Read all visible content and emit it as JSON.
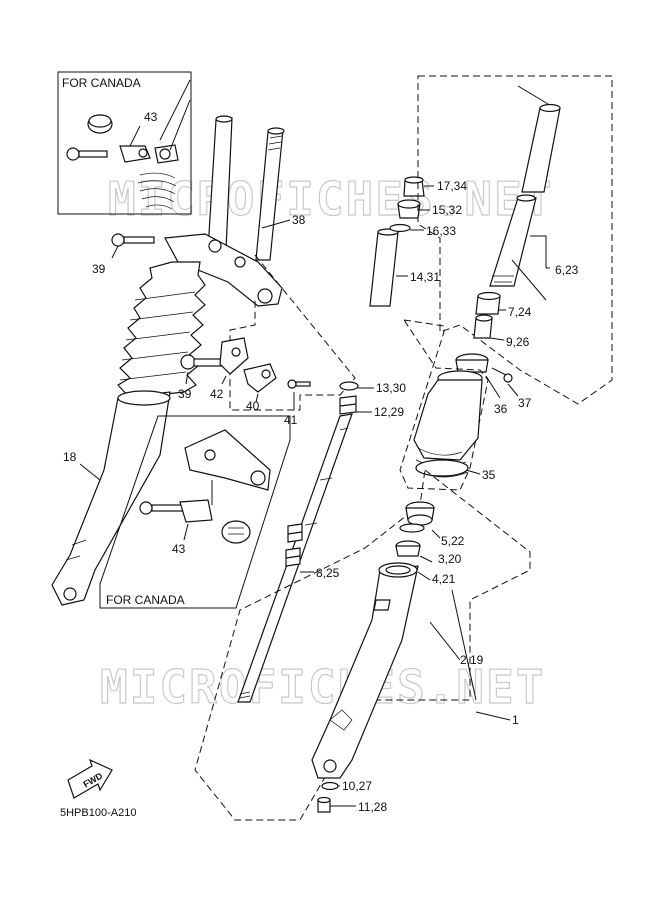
{
  "watermark": "MICROFICHES.NET",
  "drawing_code": "5HPB100-A210",
  "fwd_label": "FWD",
  "boxes": {
    "top_left_title": "FOR CANADA",
    "bottom_left_title": "FOR CANADA"
  },
  "callouts": {
    "c43a": "43",
    "c39a": "39",
    "c38": "38",
    "c17_34": "17,34",
    "c15_32": "15,32",
    "c16_33": "16,33",
    "c14_31": "14,31",
    "c6_23": "6,23",
    "c7_24": "7,24",
    "c9_26": "9,26",
    "c37": "37",
    "c36": "36",
    "c39b": "39",
    "c42": "42",
    "c40": "40",
    "c41": "41",
    "c13_30": "13,30",
    "c12_29": "12,29",
    "c35": "35",
    "c18": "18",
    "c43b": "43",
    "c8_25": "8,25",
    "c5_22": "5,22",
    "c3_20": "3,20",
    "c4_21": "4,21",
    "c2_19": "2,19",
    "c1": "1",
    "c10_27": "10,27",
    "c11_28": "11,28"
  }
}
